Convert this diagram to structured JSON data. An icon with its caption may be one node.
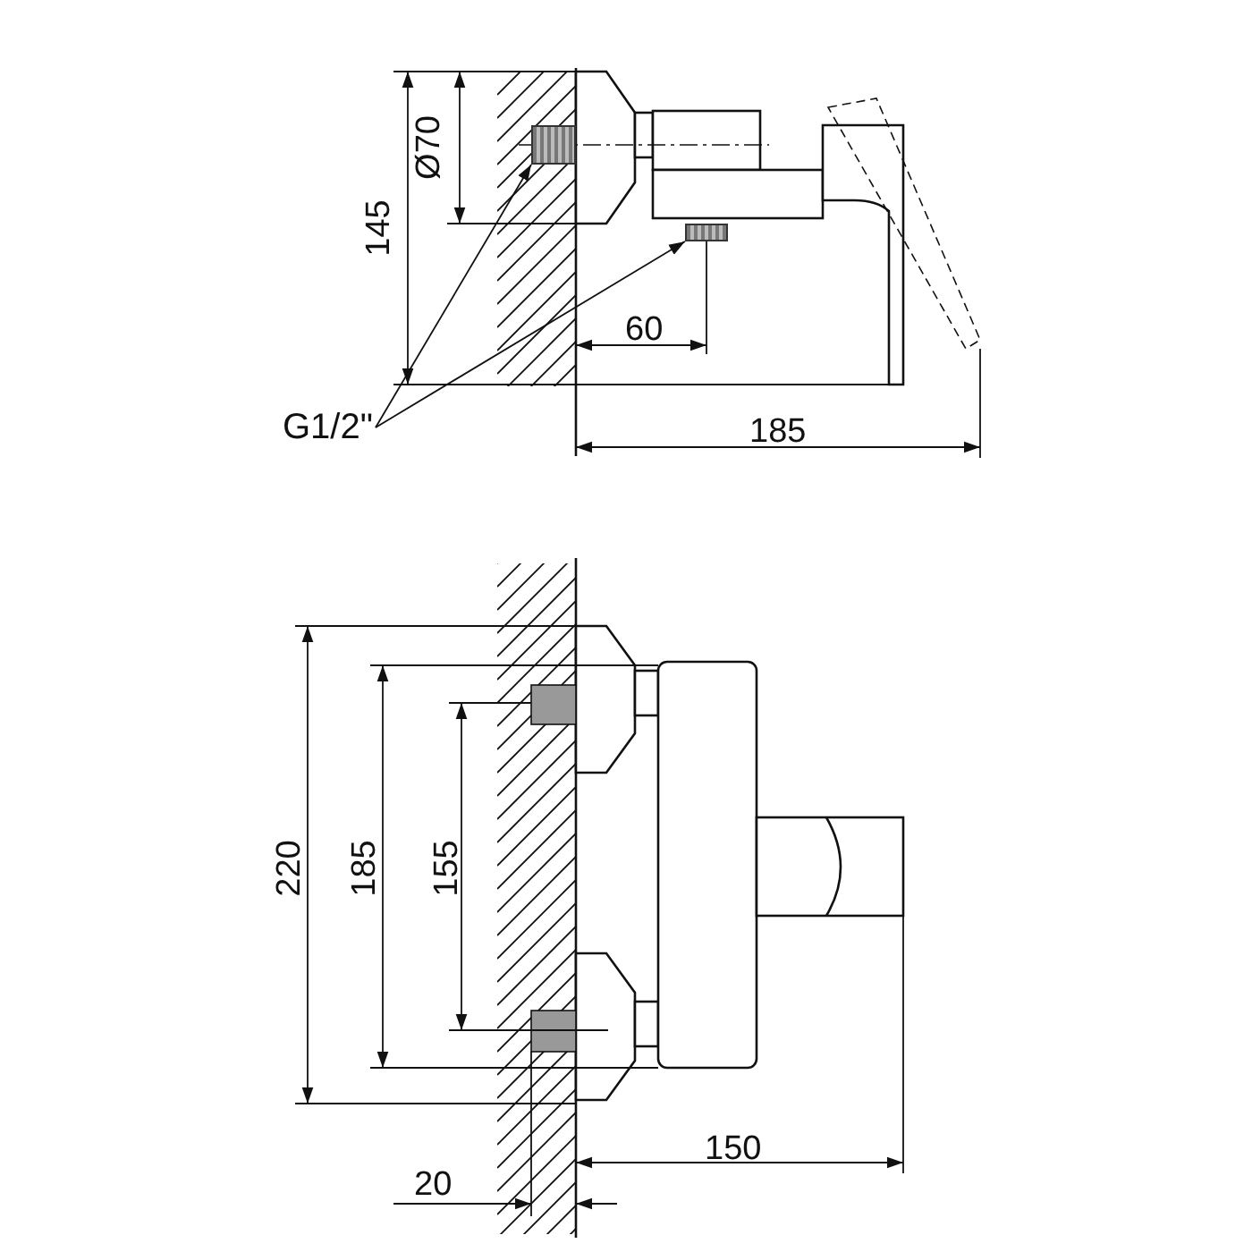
{
  "diagram": {
    "nodes": [
      {
        "text": [
          "G1/2\""
        ]
      },
      {
        "text": [],
        "shape": "box"
      },
      {
        "text": [],
        "shape": "box"
      }
    ],
    "edges": [
      {
        "from": 0,
        "to": 1,
        "arrow": "to"
      },
      {
        "from": 0,
        "to": 2,
        "arrow": "to"
      }
    ],
    "labels": [
      "Ø70",
      "145",
      "60",
      "185",
      "220",
      "185",
      "155",
      "150",
      "20"
    ]
  }
}
